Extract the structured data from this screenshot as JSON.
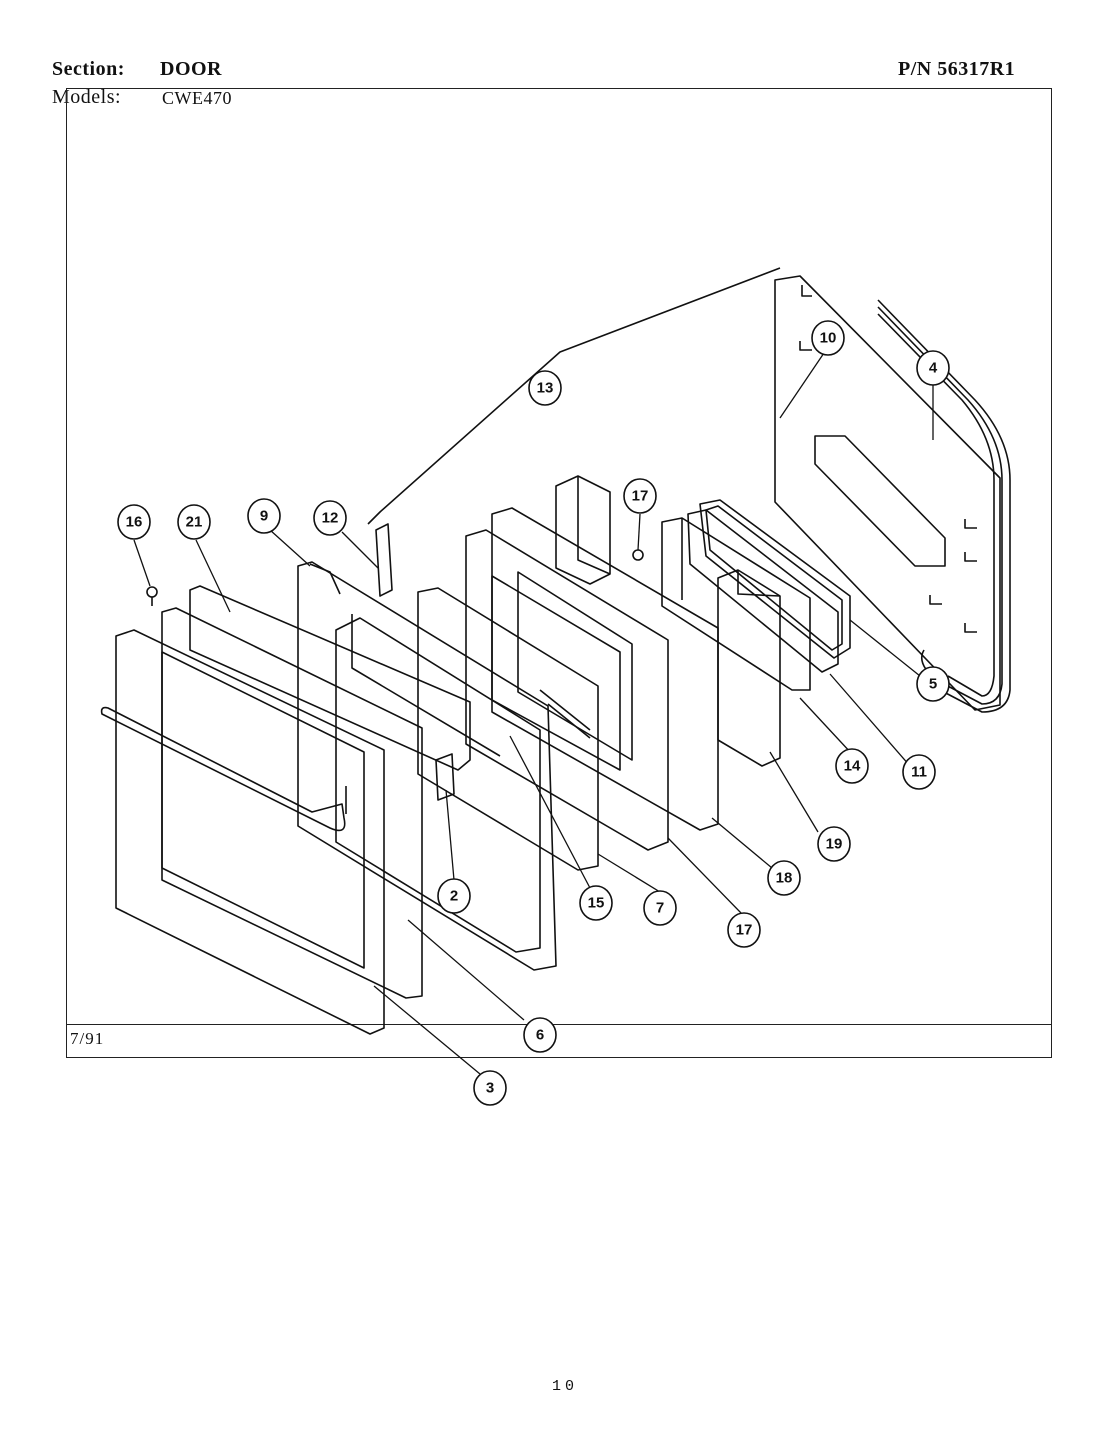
{
  "header": {
    "section_label": "Section:",
    "section_value": "DOOR",
    "models_label": "Models:",
    "models_value": "CWE470",
    "part_number": "P/N 56317R1"
  },
  "footer": {
    "date": "7/91",
    "page_number": "10"
  },
  "callouts": [
    "10",
    "4",
    "13",
    "17",
    "16",
    "21",
    "9",
    "12",
    "5",
    "14",
    "11",
    "19",
    "18",
    "2",
    "15",
    "7",
    "17",
    "6",
    "3"
  ],
  "colors": {
    "ink": "#111111",
    "background": "#ffffff"
  }
}
